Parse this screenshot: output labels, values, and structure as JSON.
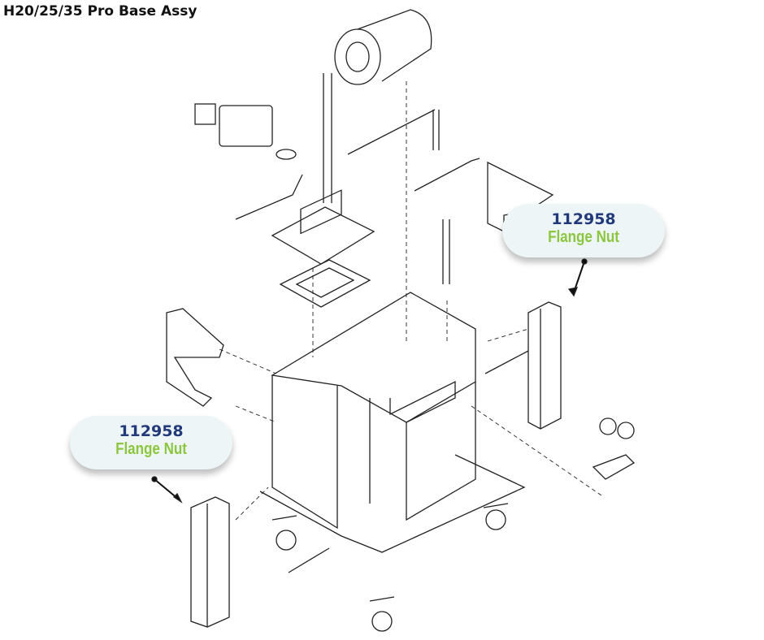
{
  "title": "H20/25/35 Pro Base Assy",
  "callouts": [
    {
      "part_number": "112958",
      "name": "Flange Nut"
    },
    {
      "part_number": "112958",
      "name": "Flange Nut"
    }
  ],
  "colors": {
    "part_number": "#233a7a",
    "name": "#8cc63f",
    "bubble": "#edf5f7"
  }
}
